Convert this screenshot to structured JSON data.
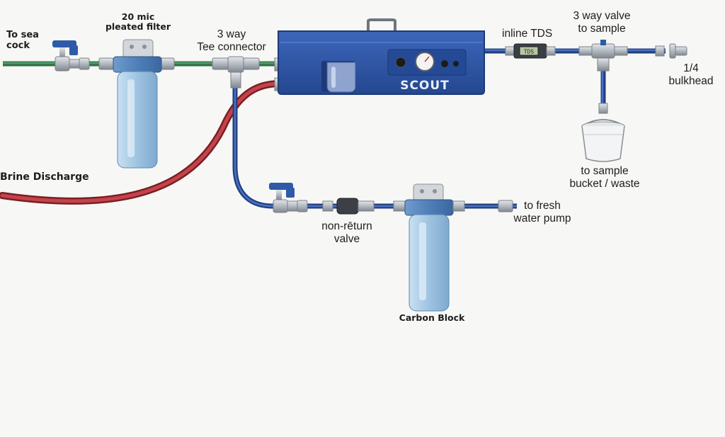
{
  "diagram": {
    "labels": {
      "sea_cock": "To sea\ncock",
      "pleated_filter": "20 mic\npleated filter",
      "tee_connector": "3 way\nTee connector",
      "brine_discharge": "Brine Discharge",
      "inline_tds": "inline TDS",
      "valve_sample": "3 way valve\nto sample",
      "bulkhead": "1/4\nbulkhead",
      "sample_bucket": "to sample\nbucket / waste",
      "non_return": "non-rēturn\nvalve",
      "fresh_pump": "to fresh\nwater pump",
      "carbon_block": "Carbon Block"
    },
    "unit_logo": "SCOUT",
    "tds_display": "TDS",
    "colors": {
      "unit_blue": "#2f56a8",
      "pipe_green": "#3f8a55",
      "pipe_blue": "#2d4f9a",
      "hose_red": "#b6323a",
      "filter_housing": "#a9cbe6",
      "fitting_silver": "#b9bec4"
    }
  }
}
